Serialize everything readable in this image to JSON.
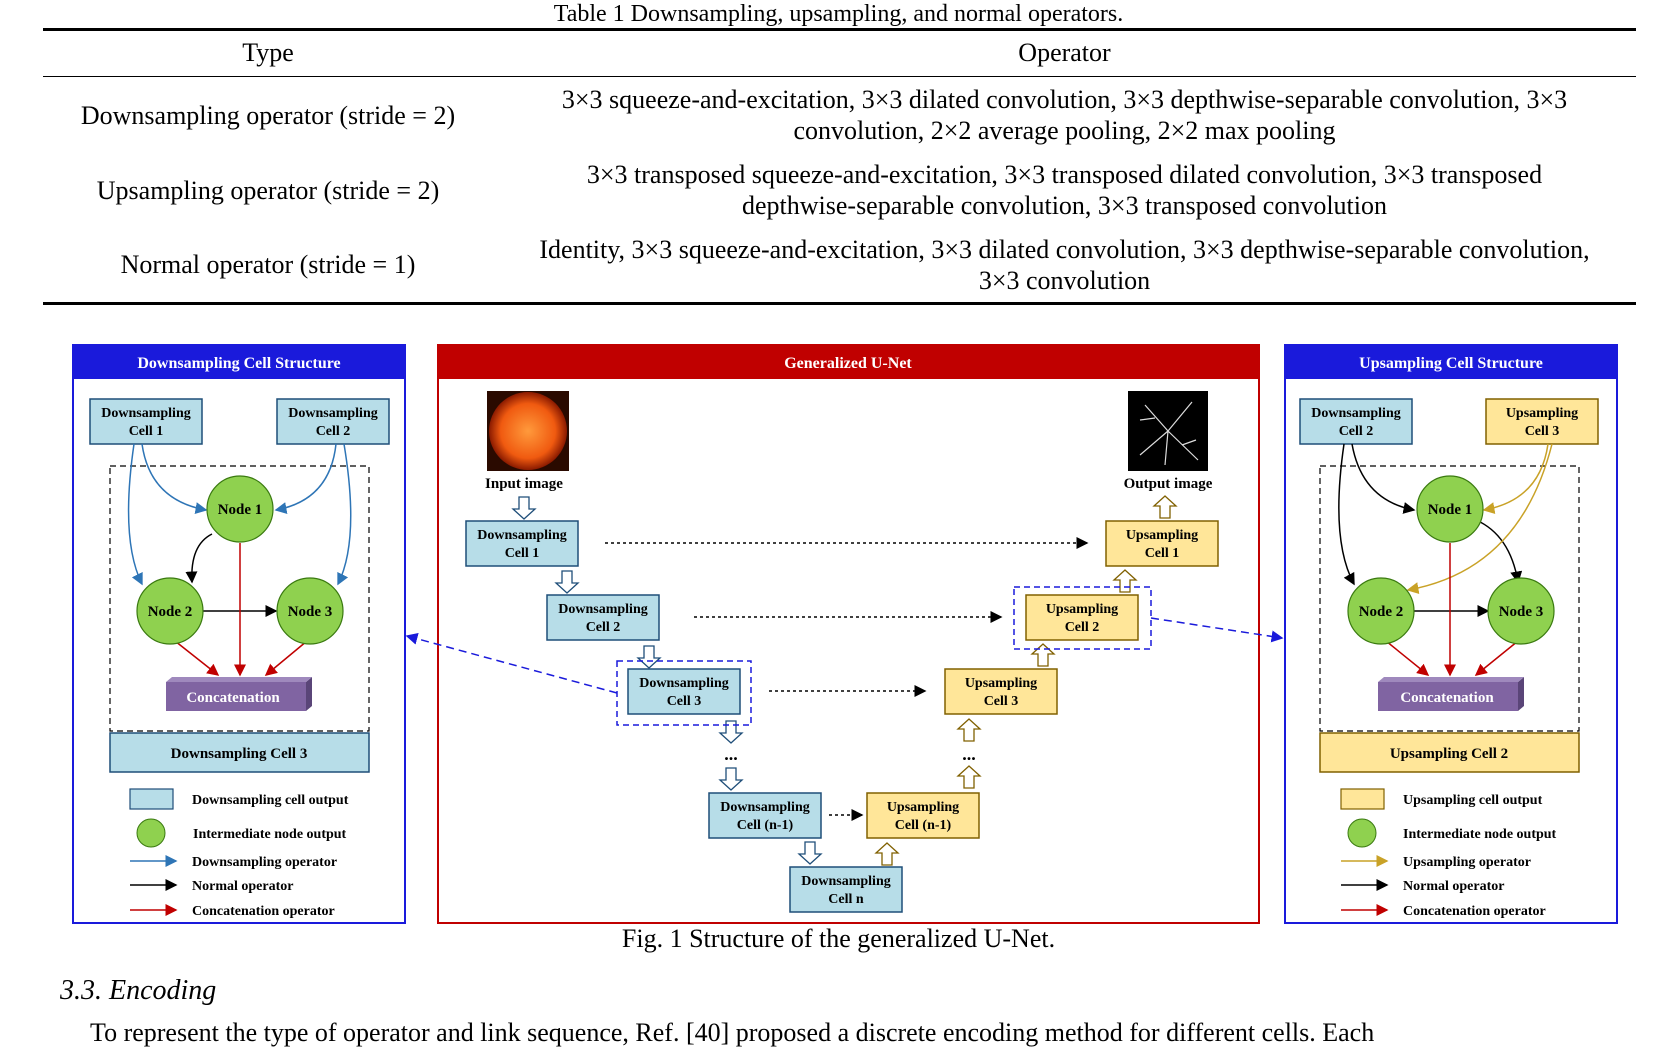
{
  "table": {
    "caption": "Table 1  Downsampling, upsampling, and normal operators.",
    "headers": [
      "Type",
      "Operator"
    ],
    "rows": [
      {
        "type": "Downsampling operator (stride = 2)",
        "line1": "3×3 squeeze-and-excitation, 3×3 dilated convolution, 3×3 depthwise-separable convolution, 3×3",
        "line2": "convolution, 2×2 average pooling, 2×2 max pooling"
      },
      {
        "type": "Upsampling operator (stride = 2)",
        "line1": "3×3 transposed squeeze-and-excitation, 3×3 transposed dilated convolution, 3×3 transposed",
        "line2": "depthwise-separable convolution, 3×3 transposed convolution"
      },
      {
        "type": "Normal operator (stride = 1)",
        "line1": "Identity, 3×3 squeeze-and-excitation, 3×3 dilated convolution, 3×3 depthwise-separable convolution,",
        "line2": "3×3 convolution"
      }
    ]
  },
  "figure": {
    "colors": {
      "down_title": "#1a1adb",
      "unet_title": "#c00000",
      "down_cell": "#b7dde8",
      "up_cell": "#ffe699",
      "node": "#8fd14f",
      "concat": "#8064a2",
      "blue_arrow": "#2e75b6",
      "gold_arrow": "#c9a227",
      "red_arrow": "#c00000"
    },
    "down_panel": {
      "title": "Downsampling Cell Structure",
      "cell1": [
        "Downsampling",
        "Cell 1"
      ],
      "cell2": [
        "Downsampling",
        "Cell 2"
      ],
      "node1": "Node 1",
      "node2": "Node 2",
      "node3": "Node 3",
      "concat": "Concatenation",
      "output": "Downsampling Cell 3",
      "legend": [
        "Downsampling cell output",
        "Intermediate node output",
        "Downsampling operator",
        "Normal operator",
        "Concatenation operator"
      ]
    },
    "unet_panel": {
      "title": "Generalized U-Net",
      "input_label": "Input image",
      "output_label": "Output image",
      "down_cells": [
        [
          "Downsampling",
          "Cell 1"
        ],
        [
          "Downsampling",
          "Cell 2"
        ],
        [
          "Downsampling",
          "Cell 3"
        ],
        [
          "Downsampling",
          "Cell (n-1)"
        ],
        [
          "Downsampling",
          "Cell n"
        ]
      ],
      "up_cells": [
        [
          "Upsampling",
          "Cell 1"
        ],
        [
          "Upsampling",
          "Cell 2"
        ],
        [
          "Upsampling",
          "Cell 3"
        ],
        [
          "Upsampling",
          "Cell (n-1)"
        ]
      ],
      "ellipsis": "..."
    },
    "up_panel": {
      "title": "Upsampling Cell Structure",
      "cell1": [
        "Downsampling",
        "Cell 2"
      ],
      "cell2": [
        "Upsampling",
        "Cell 3"
      ],
      "node1": "Node 1",
      "node2": "Node 2",
      "node3": "Node 3",
      "concat": "Concatenation",
      "output": "Upsampling Cell 2",
      "legend": [
        "Upsampling cell output",
        "Intermediate node output",
        "Upsampling operator",
        "Normal operator",
        "Concatenation operator"
      ]
    },
    "caption": "Fig. 1  Structure of the generalized U-Net."
  },
  "section": {
    "heading": "3.3.   Encoding",
    "paragraph": "To represent the type of operator and link sequence, Ref. [40] proposed a discrete encoding method for different cells. Each"
  }
}
